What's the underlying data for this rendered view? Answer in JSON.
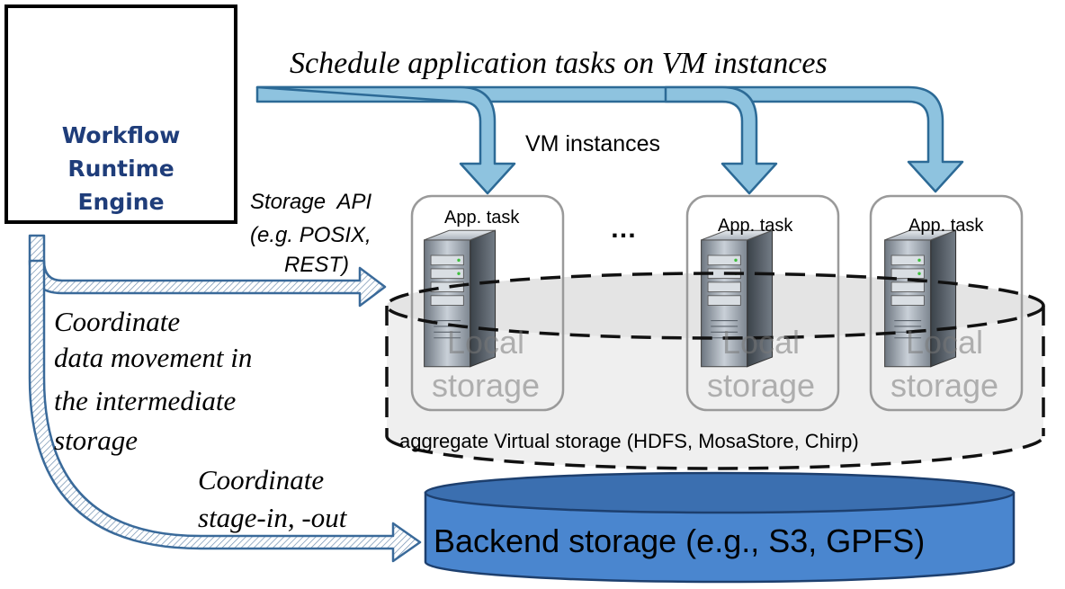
{
  "engine": {
    "lines": [
      "Workflow",
      "Runtime",
      "Engine"
    ],
    "label_color": "#1f3d7a"
  },
  "schedule_label": "Schedule application tasks on VM instances",
  "vm_instances_label": "VM instances",
  "ellipsis": "…",
  "storage_api": {
    "lines": [
      "Storage  API",
      "(e.g. POSIX,",
      "REST)"
    ]
  },
  "vm_nodes": [
    {
      "task_label": "App. task",
      "storage_lines": [
        "Local",
        "storage"
      ]
    },
    {
      "task_label": "App. task",
      "storage_lines": [
        "Local",
        "storage"
      ]
    },
    {
      "task_label": "App. task",
      "storage_lines": [
        "Local",
        "storage"
      ]
    }
  ],
  "aggregate_label": "aggregate Virtual storage (HDFS, MosaStore, Chirp)",
  "coordinate_movement": {
    "lines": [
      "Coordinate",
      "data movement in",
      "the intermediate",
      "storage"
    ]
  },
  "coordinate_stage": {
    "lines": [
      "Coordinate",
      "stage-in, -out"
    ]
  },
  "backend_label": "Backend storage (e.g., S3, GPFS)",
  "colors": {
    "arrow_fill": "#8ec3df",
    "arrow_outline": "#2c6a96",
    "hatched_outline": "#3a6a9a",
    "backend_fill": "#4a86cf",
    "backend_top": "#3b6fb0"
  },
  "icons": [
    "server-icon"
  ]
}
